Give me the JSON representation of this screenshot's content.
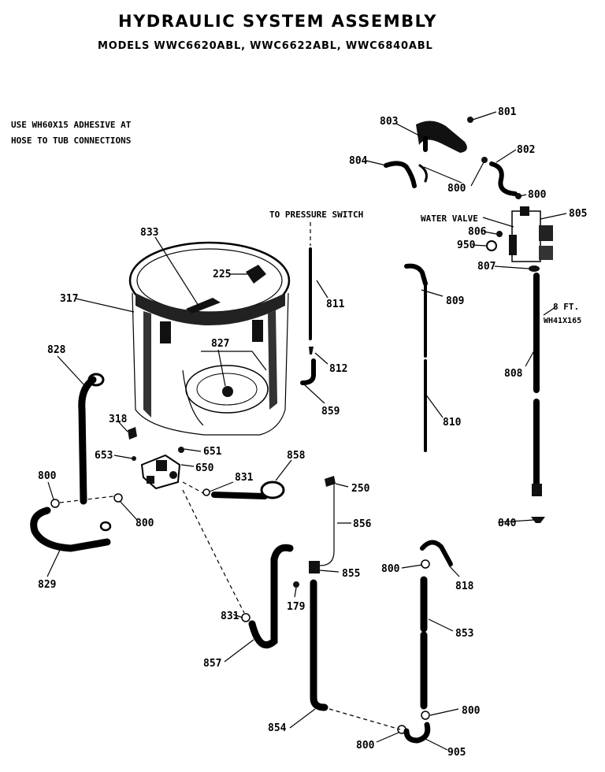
{
  "header": {
    "title": "HYDRAULIC SYSTEM ASSEMBLY",
    "models": "MODELS WWC6620ABL, WWC6622ABL, WWC6840ABL"
  },
  "notes": {
    "adhesive_line1": "USE WH60X15 ADHESIVE AT",
    "adhesive_line2": "HOSE TO TUB CONNECTIONS",
    "pressure_switch": "TO PRESSURE SWITCH",
    "water_valve": "WATER VALVE",
    "length": "8 FT.",
    "hose_part": "WH41X165"
  },
  "parts": {
    "p801": "801",
    "p803": "803",
    "p804": "804",
    "p802": "802",
    "p800a": "800",
    "p800b": "800",
    "p805": "805",
    "p806": "806",
    "p950": "950",
    "p807": "807",
    "p833": "833",
    "p225": "225",
    "p317": "317",
    "p811": "811",
    "p809": "809",
    "p827": "827",
    "p812": "812",
    "p808": "808",
    "p828": "828",
    "p859": "859",
    "p810": "810",
    "p318": "318",
    "p651": "651",
    "p653": "653",
    "p858": "858",
    "p650": "650",
    "p800c": "800",
    "p831a": "831",
    "p250": "250",
    "p800d": "800",
    "p840": "840",
    "p856": "856",
    "p829": "829",
    "p800e": "800",
    "p855": "855",
    "p818": "818",
    "p179": "179",
    "p831b": "831",
    "p853": "853",
    "p857": "857",
    "p800f": "800",
    "p854": "854",
    "p800g": "800",
    "p905": "905"
  }
}
